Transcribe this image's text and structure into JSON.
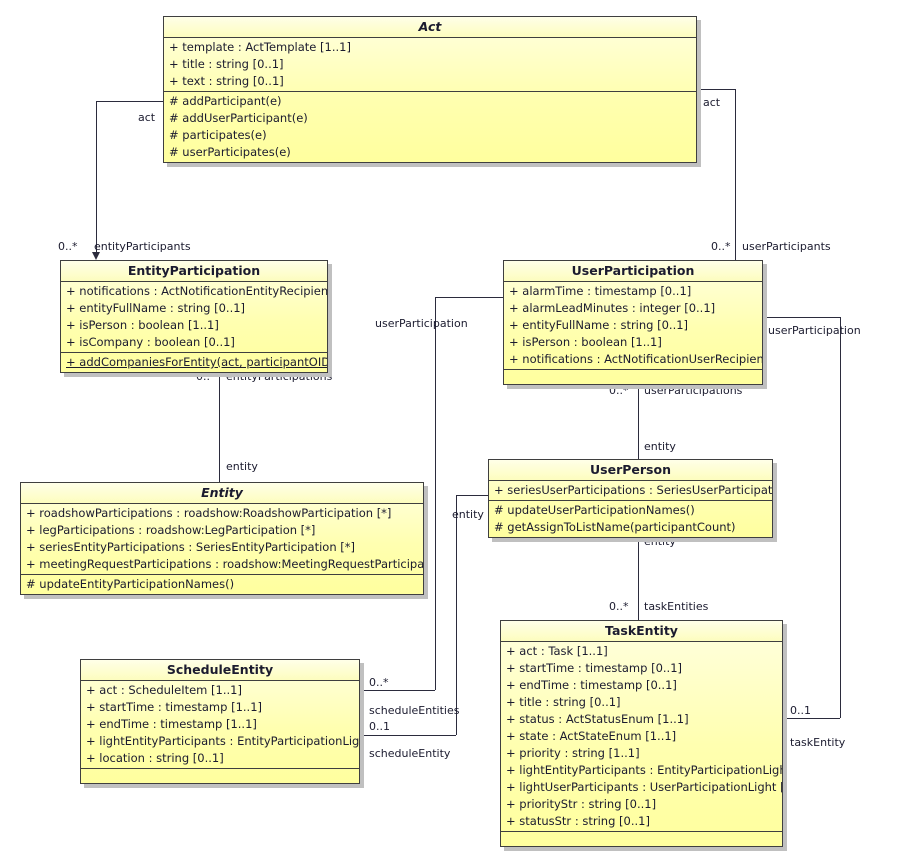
{
  "diagram": {
    "type": "uml-class-diagram",
    "background": "#ffffff",
    "class_fill": "#ffffb0",
    "class_border": "#3f3f3f",
    "shadow_color": "#c0c0c0"
  },
  "classes": {
    "act": {
      "name": "Act",
      "abstract": true,
      "attributes": [
        "+ template : ActTemplate [1..1]",
        "+ title : string [0..1]",
        "+ text : string [0..1]"
      ],
      "operations": [
        "# addParticipant(e)",
        "# addUserParticipant(e)",
        "# participates(e)",
        "# userParticipates(e)"
      ]
    },
    "entityParticipation": {
      "name": "EntityParticipation",
      "abstract": false,
      "attributes": [
        "+ notifications : ActNotificationEntityRecipient [*]",
        "+ entityFullName : string [0..1]",
        "+ isPerson : boolean [1..1]",
        "+ isCompany : boolean [0..1]"
      ],
      "operations": [
        "+ addCompaniesForEntity(act, participantOIDs)"
      ]
    },
    "userParticipation": {
      "name": "UserParticipation",
      "abstract": false,
      "attributes": [
        "+ alarmTime : timestamp [0..1]",
        "+ alarmLeadMinutes : integer [0..1]",
        "+ entityFullName : string [0..1]",
        "+ isPerson : boolean [1..1]",
        "+ notifications : ActNotificationUserRecipient [*]"
      ],
      "operations": []
    },
    "entity": {
      "name": "Entity",
      "abstract": true,
      "attributes": [
        "+ roadshowParticipations : roadshow:RoadshowParticipation [*]",
        "+ legParticipations : roadshow:LegParticipation [*]",
        "+ seriesEntityParticipations : SeriesEntityParticipation [*]",
        "+ meetingRequestParticipations : roadshow:MeetingRequestParticipation [*]"
      ],
      "operations": [
        "# updateEntityParticipationNames()"
      ]
    },
    "userPerson": {
      "name": "UserPerson",
      "abstract": false,
      "attributes": [
        "+ seriesUserParticipations : SeriesUserParticipation [*]"
      ],
      "operations": [
        "# updateUserParticipationNames()",
        "# getAssignToListName(participantCount)"
      ]
    },
    "scheduleEntity": {
      "name": "ScheduleEntity",
      "abstract": false,
      "attributes": [
        "+ act : ScheduleItem [1..1]",
        "+ startTime : timestamp [1..1]",
        "+ endTime : timestamp [1..1]",
        "+ lightEntityParticipants : EntityParticipationLight [*]",
        "+ location : string [0..1]"
      ],
      "operations": []
    },
    "taskEntity": {
      "name": "TaskEntity",
      "abstract": false,
      "attributes": [
        "+ act : Task [1..1]",
        "+ startTime : timestamp [0..1]",
        "+ endTime : timestamp [0..1]",
        "+ title : string [0..1]",
        "+ status : ActStatusEnum [1..1]",
        "+ state : ActStateEnum [1..1]",
        "+ priority : string [1..1]",
        "+ lightEntityParticipants : EntityParticipationLight [*]",
        "+ lightUserParticipants : UserParticipationLight [*]",
        "+ priorityStr : string [0..1]",
        "+ statusStr : string [0..1]"
      ],
      "operations": []
    }
  },
  "associations": {
    "act_entityParticipation": {
      "source_role": "act",
      "target_role": "entityParticipants",
      "target_multiplicity": "0..*"
    },
    "act_userParticipation": {
      "source_role": "act",
      "target_role": "userParticipants",
      "target_multiplicity": "0..*"
    },
    "entityParticipation_entity": {
      "source_role": "entityParticipations",
      "source_multiplicity": "0..*",
      "target_role": "entity"
    },
    "userParticipation_userPerson": {
      "source_role": "userParticipations",
      "source_multiplicity": "0..*",
      "target_role": "entity"
    },
    "userPerson_taskEntity": {
      "source_role": "entity",
      "target_role": "taskEntities",
      "target_multiplicity": "0..*"
    },
    "userParticipation_scheduleEntity": {
      "source_role": "userParticipation",
      "target_role": "scheduleEntities",
      "target_multiplicity": "0..*"
    },
    "userPerson_scheduleEntity": {
      "source_role": "entity",
      "target_role": "scheduleEntity",
      "target_multiplicity": "0..1"
    },
    "userParticipation_taskEntity": {
      "source_role": "userParticipation",
      "target_role": "taskEntity",
      "target_multiplicity": "0..1"
    }
  }
}
